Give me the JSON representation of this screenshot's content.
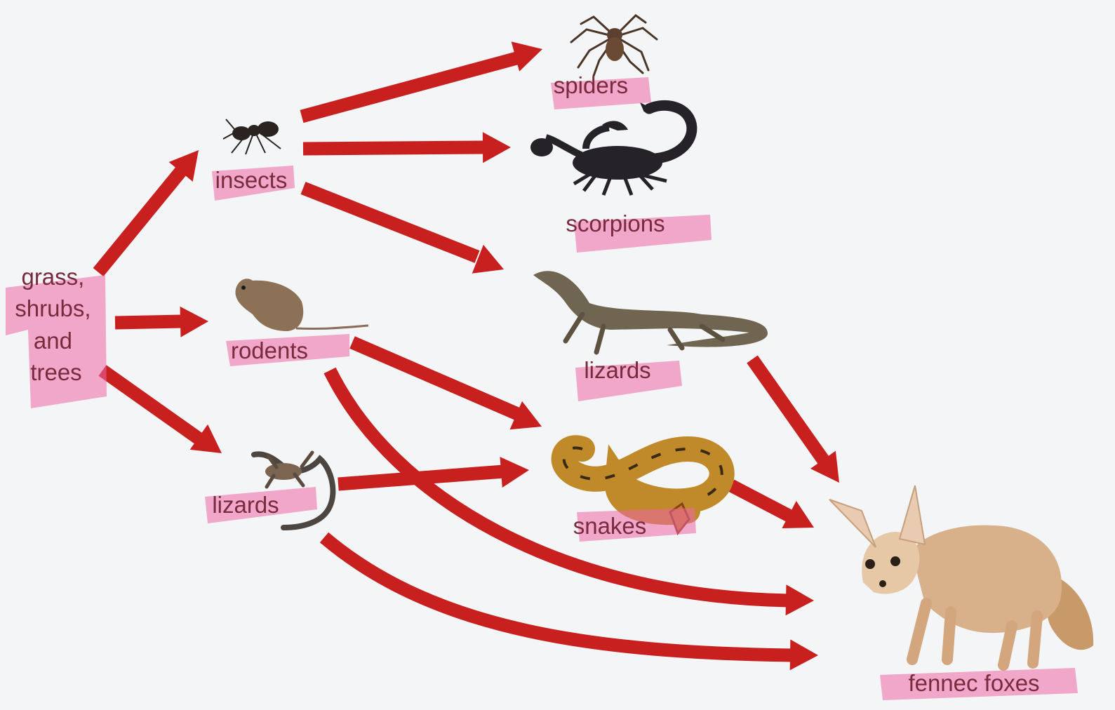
{
  "diagram": {
    "type": "food-web",
    "nodes": [
      {
        "id": "producers",
        "label_lines": [
          "grass,",
          "shrubs,",
          "and",
          "trees"
        ],
        "organism": "grass, shrubs, and trees"
      },
      {
        "id": "insects",
        "label": "insects",
        "organism": "ant-icon"
      },
      {
        "id": "rodents",
        "label": "rodents",
        "organism": "rodent-icon"
      },
      {
        "id": "small_lizards",
        "label": "lizards",
        "organism": "small-lizard-icon"
      },
      {
        "id": "spiders",
        "label": "spiders",
        "organism": "spider-icon"
      },
      {
        "id": "scorpions",
        "label": "scorpions",
        "organism": "scorpion-icon"
      },
      {
        "id": "monitor_lizards",
        "label": "lizards",
        "organism": "monitor-lizard-icon"
      },
      {
        "id": "snakes",
        "label": "snakes",
        "organism": "snake-icon"
      },
      {
        "id": "foxes",
        "label": "fennec foxes",
        "organism": "fennec-fox-icon"
      }
    ],
    "links": [
      {
        "from": "producers",
        "to": "insects"
      },
      {
        "from": "producers",
        "to": "rodents"
      },
      {
        "from": "producers",
        "to": "small_lizards"
      },
      {
        "from": "insects",
        "to": "spiders"
      },
      {
        "from": "insects",
        "to": "scorpions"
      },
      {
        "from": "insects",
        "to": "monitor_lizards"
      },
      {
        "from": "rodents",
        "to": "snakes"
      },
      {
        "from": "rodents",
        "to": "foxes"
      },
      {
        "from": "small_lizards",
        "to": "snakes"
      },
      {
        "from": "small_lizards",
        "to": "foxes"
      },
      {
        "from": "monitor_lizards",
        "to": "foxes"
      },
      {
        "from": "snakes",
        "to": "foxes"
      }
    ],
    "colors": {
      "arrow": "#c8201f",
      "highlight": "#ec66a4",
      "label": "#7a2a3d",
      "background": "#f3f5f6"
    }
  }
}
